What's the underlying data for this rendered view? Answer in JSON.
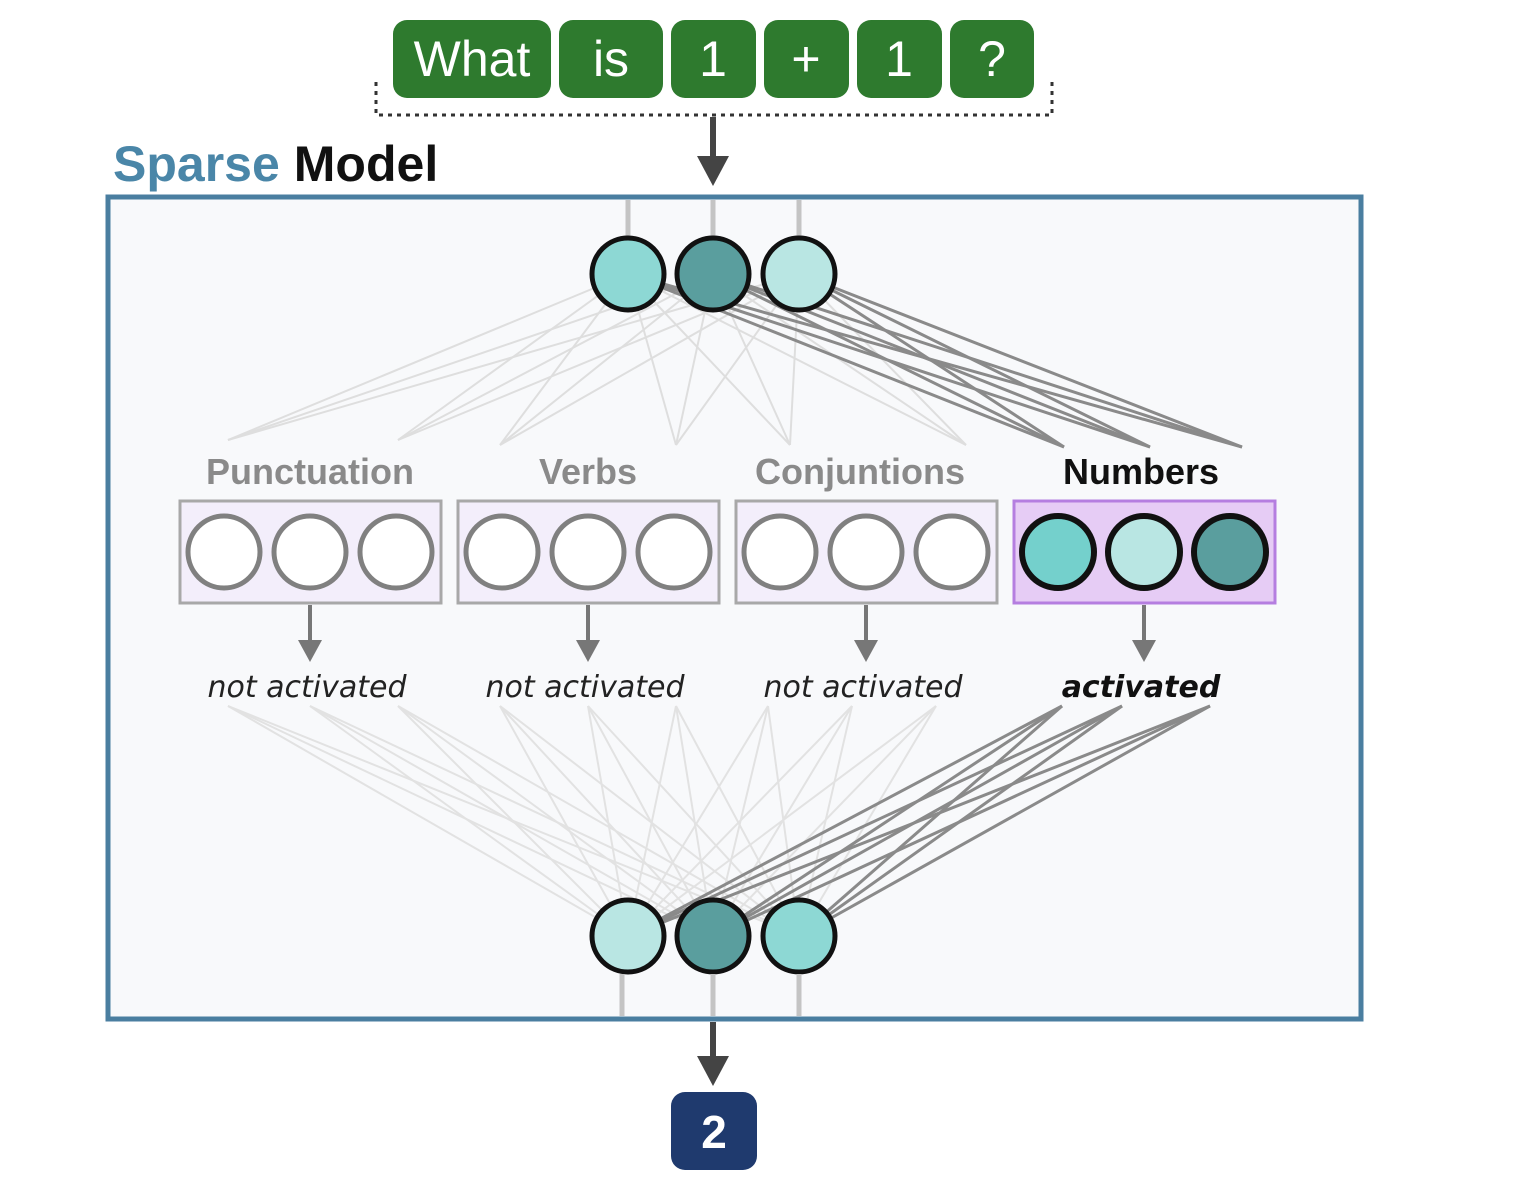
{
  "input": {
    "tokens": [
      "What",
      "is",
      "1",
      "+",
      "1",
      "?"
    ]
  },
  "model": {
    "title_word1": "Sparse",
    "title_word2": "Model"
  },
  "groups": [
    {
      "label": "Punctuation",
      "status": "not activated",
      "active": false
    },
    {
      "label": "Verbs",
      "status": "not activated",
      "active": false
    },
    {
      "label": "Conjuntions",
      "status": "not activated",
      "active": false
    },
    {
      "label": "Numbers",
      "status": "activated",
      "active": true
    }
  ],
  "output": {
    "value": "2"
  },
  "colors": {
    "token_bg": "#2e7a2e",
    "title_sparse": "#4a86a8",
    "title_model": "#111111",
    "model_border": "#4a7ea0",
    "model_bg": "#f8f9fb",
    "group_box_inactive_fill": "#f3eefb",
    "group_box_inactive_stroke": "#a8a8a8",
    "group_box_active_fill": "#e6ccf5",
    "group_box_active_stroke": "#b57ee0",
    "inactive_label": "#8a8a8a",
    "active_label": "#111111",
    "neuron_light": "#b9e6e3",
    "neuron_mid": "#74d0cc",
    "neuron_dark": "#5a9e9e",
    "output_bg": "#1f3a6e",
    "arrow": "#444444"
  }
}
